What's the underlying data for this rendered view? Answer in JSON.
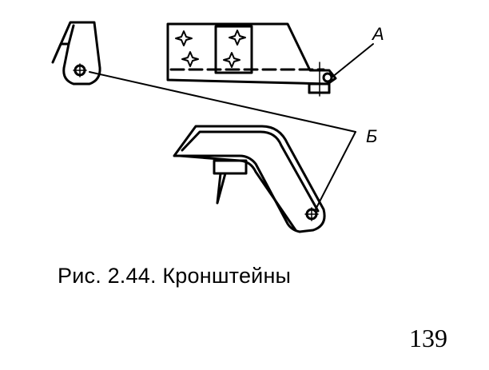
{
  "figure": {
    "label_a": "А",
    "label_b": "Б"
  },
  "caption": "Рис. 2.44. Кронштейны",
  "page_number": "139"
}
